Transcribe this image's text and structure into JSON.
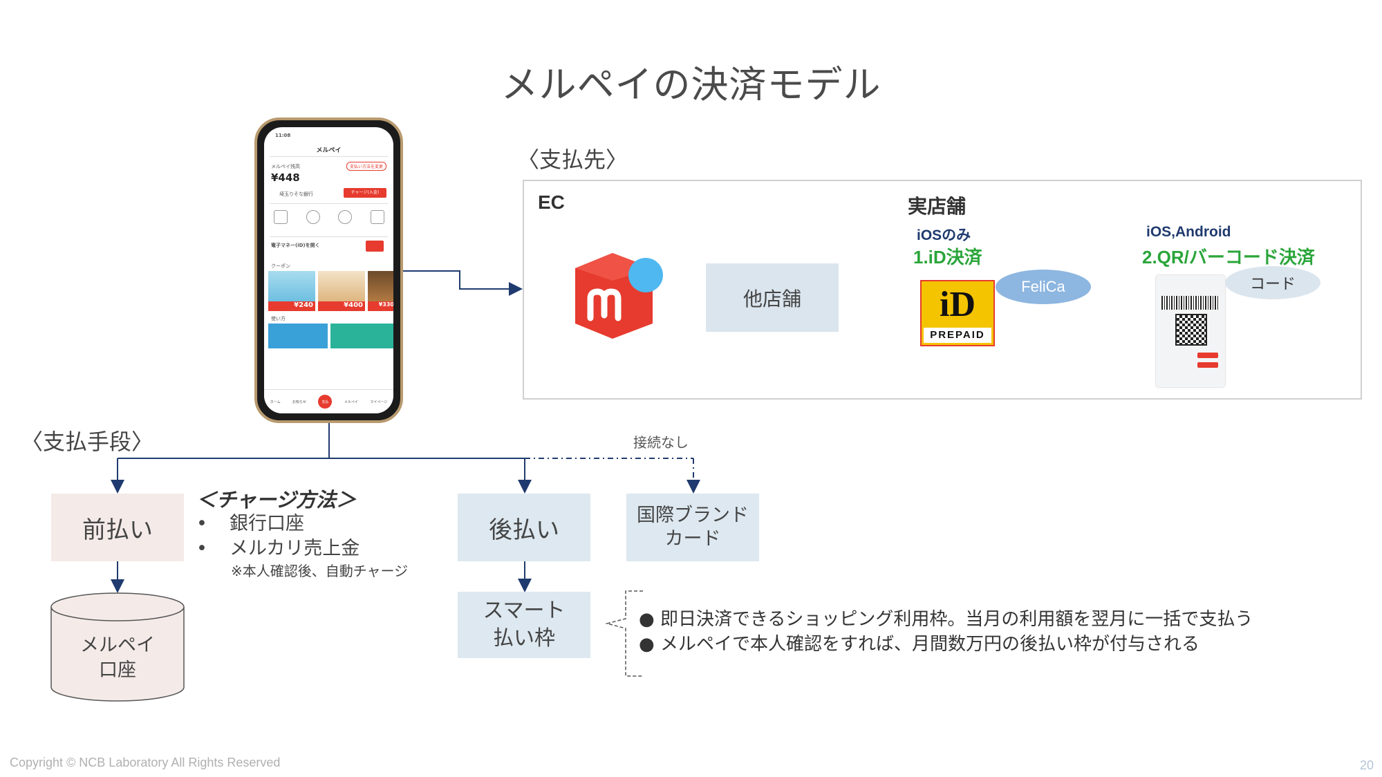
{
  "title": "メルペイの決済モデル",
  "labels": {
    "payee": "〈支払先〉",
    "method": "〈支払手段〉",
    "ec": "EC",
    "physical_store": "実店舗",
    "no_connection": "接続なし"
  },
  "ec_area": {
    "other_stores": "他店舗"
  },
  "id_payment": {
    "platform": "iOSのみ",
    "name": "1.iD決済",
    "felica": "FeliCa",
    "logo_text": "iD",
    "logo_sub": "PREPAID"
  },
  "qr_payment": {
    "platform": "iOS,Android",
    "name": "2.QR/バーコード決済",
    "code_label": "コード"
  },
  "boxes": {
    "prepay": "前払い",
    "postpay": "後払い",
    "intl_brand_line1": "国際ブランド",
    "intl_brand_line2": "カード",
    "smart_line1": "スマート",
    "smart_line2": "払い枠",
    "account_line1": "メルペイ",
    "account_line2": "口座"
  },
  "charge": {
    "heading": "＜チャージ方法＞",
    "items": [
      "銀行口座",
      "メルカリ売上金"
    ],
    "note": "※本人確認後、自動チャージ"
  },
  "smart_notes": [
    "即日決済できるショッピング利用枠。当月の利用額を翌月に一括で支払う",
    "メルペイで本人確認をすれば、月間数万円の後払い枠が付与される"
  ],
  "phone": {
    "time": "11:08",
    "app_title": "メルペイ",
    "balance_label": "メルペイ残高",
    "balance": "¥448",
    "bank": "埼玉りそな銀行",
    "charge_btn": "チャージ(入金)",
    "change_btn": "支払い方法を変更",
    "emoney": "電子マネー(iD)を開く",
    "coupon": "クーポン",
    "prices": [
      "¥240",
      "¥400",
      "¥330"
    ],
    "howto": "使い方",
    "tabs": [
      "ホーム",
      "お知らせ",
      "支払",
      "メルペイ",
      "マイページ"
    ]
  },
  "footer": {
    "copyright": "Copyright © NCB Laboratory All Rights Reserved",
    "page": "20"
  },
  "colors": {
    "arrow": "#1f3a6e",
    "id_text": "#1f3a6e",
    "qr_text": "#2aa53a",
    "felica_fill": "#8db6e0",
    "code_fill": "#dbe5ee",
    "mercari_red": "#e63b2e",
    "mercari_blue": "#4fb8f0"
  }
}
